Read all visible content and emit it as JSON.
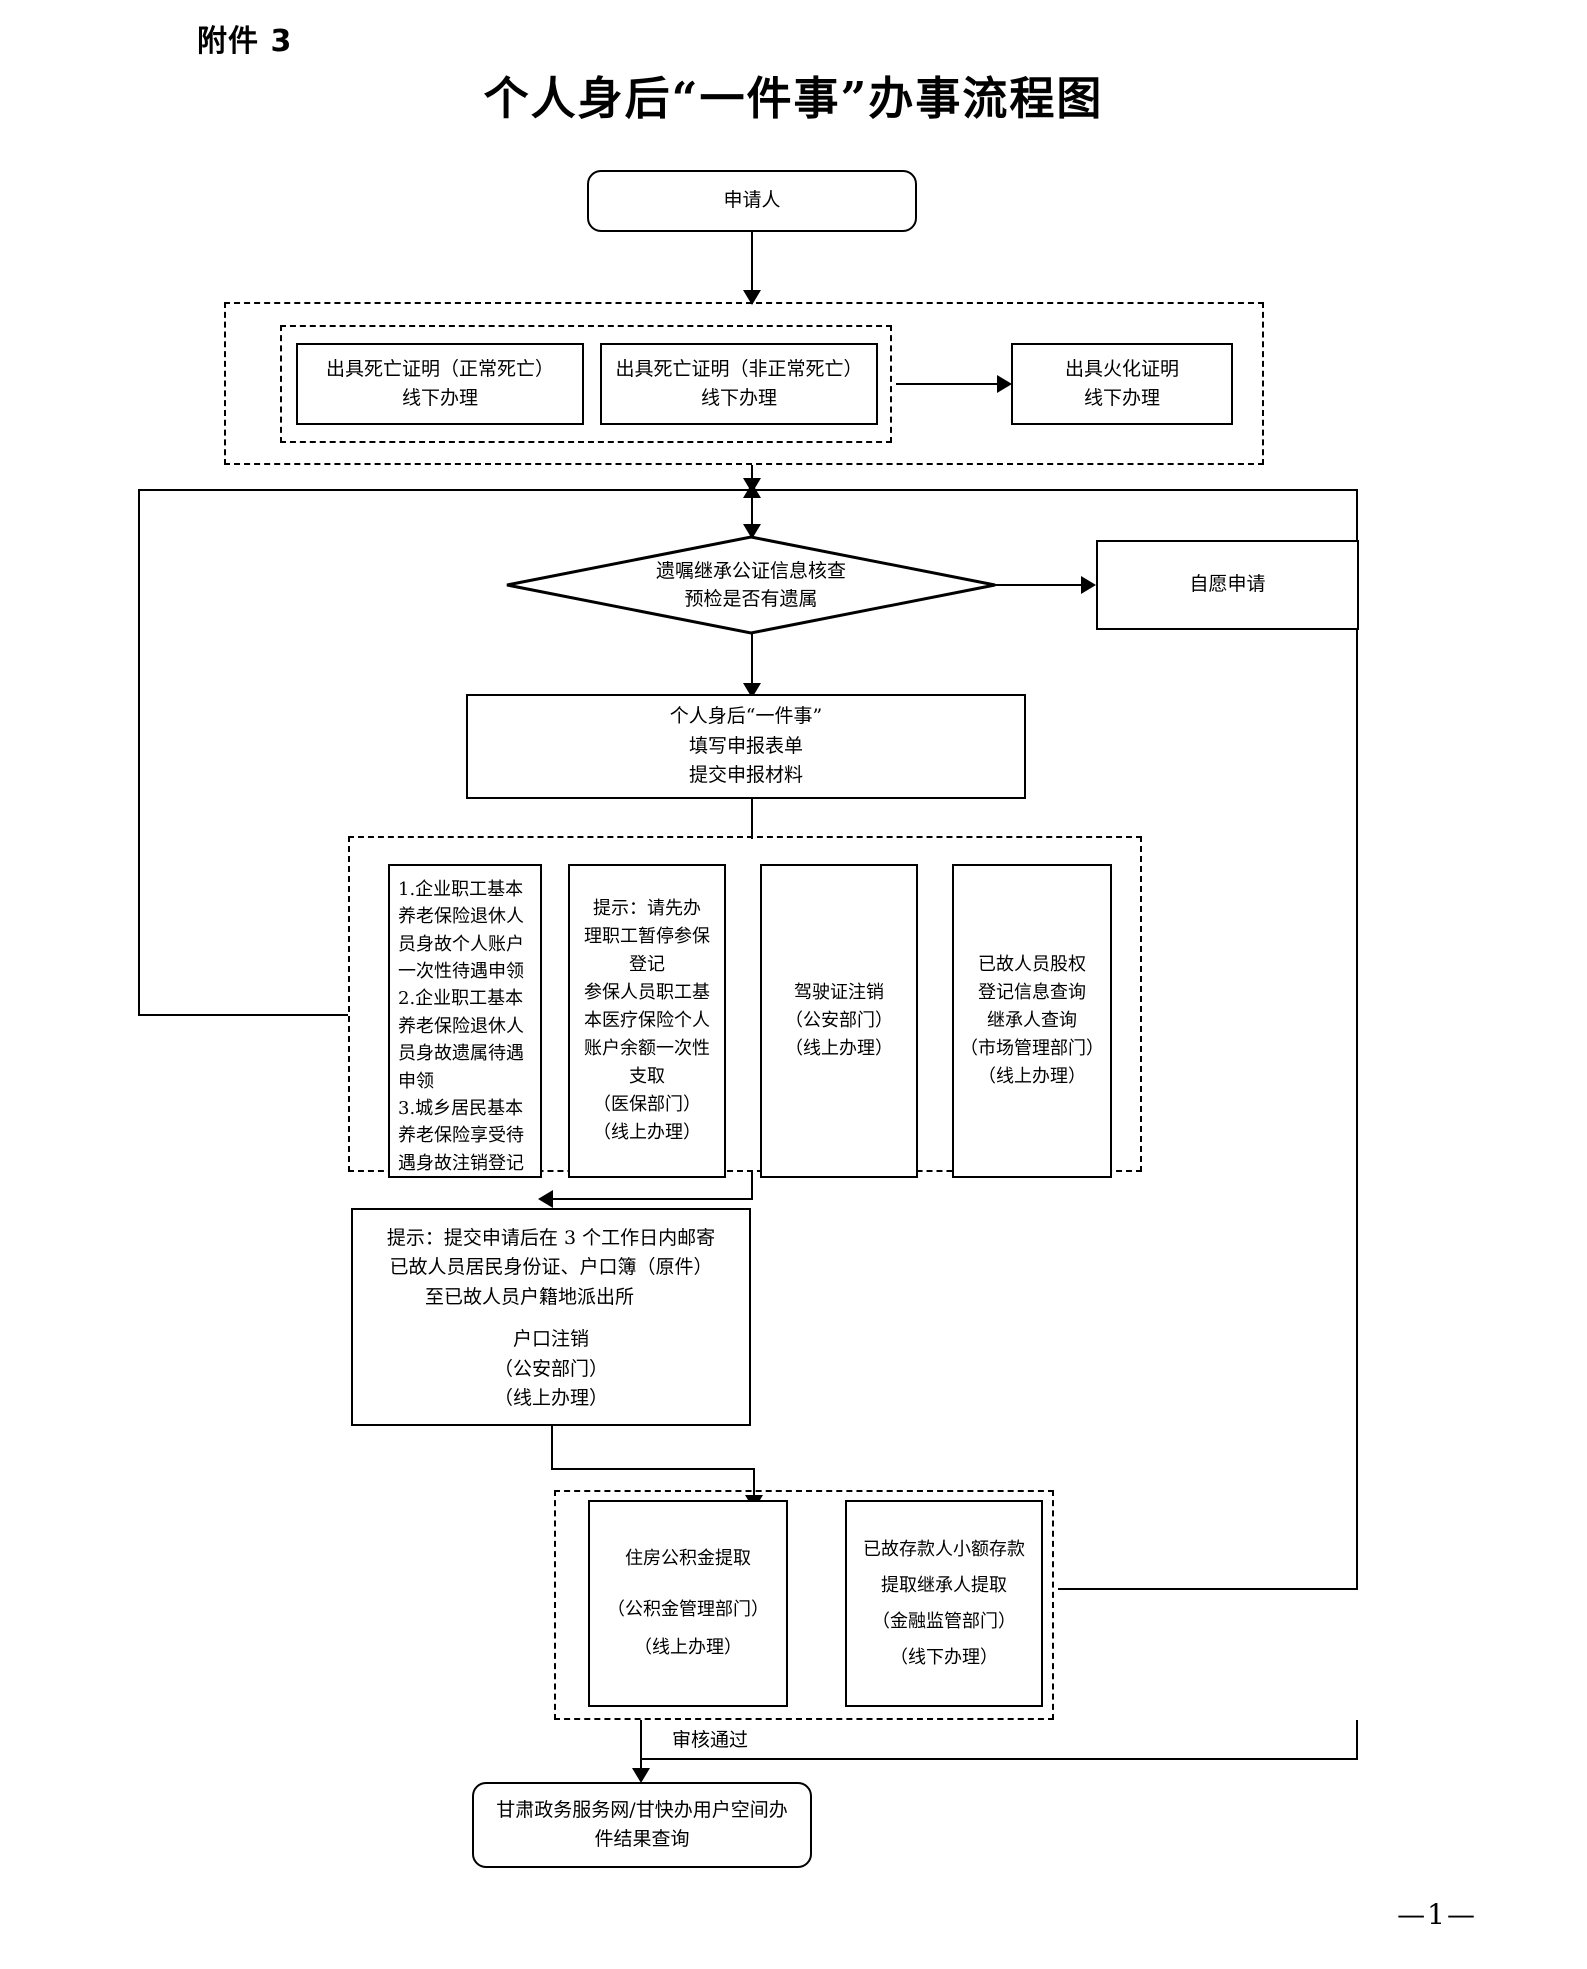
{
  "document": {
    "attachment_label": "附件 3",
    "title": "个人身后“一件事”办事流程图",
    "page_number": "—1—"
  },
  "nodes": {
    "applicant": "申请人",
    "death_cert_normal": {
      "line1": "出具死亡证明（正常死亡）",
      "line2": "线下办理"
    },
    "death_cert_abnormal": {
      "line1": "出具死亡证明（非正常死亡）",
      "line2": "线下办理"
    },
    "cremation_cert": {
      "line1": "出具火化证明",
      "line2": "线下办理"
    },
    "decision": {
      "line1": "遗嘱继承公证信息核查",
      "line2": "预检是否有遗属"
    },
    "voluntary_application": "自愿申请",
    "declaration_form": {
      "line1": "个人身后“一件事”",
      "line2": "填写申报表单",
      "line3": "提交申报材料"
    },
    "pension_items": {
      "l1": "1.企业职工基本",
      "l2": "养老保险退休人",
      "l3": "员身故个人账户",
      "l4": "一次性待遇申领",
      "l5": "2.企业职工基本",
      "l6": "养老保险退休人",
      "l7": "员身故遗属待遇",
      "l8": "申领",
      "l9": "3.城乡居民基本",
      "l10": "养老保险享受待",
      "l11": "遇身故注销登记"
    },
    "medical_insurance": {
      "l1": "提示：请先办",
      "l2": "理职工暂停参保",
      "l3": "登记",
      "l4": "参保人员职工基",
      "l5": "本医疗保险个人",
      "l6": "账户余额一次性",
      "l7": "支取",
      "l8": "（医保部门）",
      "l9": "（线上办理）"
    },
    "driver_license": {
      "l1": "驾驶证注销",
      "l2": "（公安部门）",
      "l3": "（线上办理）"
    },
    "equity_query": {
      "l1": "已故人员股权",
      "l2": "登记信息查询",
      "l3": "继承人查询",
      "l4": "（市场管理部门）",
      "l5": "（线上办理）"
    },
    "household_cancel": {
      "l1": "提示：提交申请后在 3 个工作日内邮寄",
      "l2": "已故人员居民身份证、户口簿（原件）",
      "l3": "至已故人员户籍地派出所",
      "l4": "户口注销",
      "l5": "（公安部门）",
      "l6": "（线上办理）"
    },
    "housing_fund": {
      "l1": "住房公积金提取",
      "l2": "（公积金管理部门）",
      "l3": "（线上办理）"
    },
    "small_deposit": {
      "l1": "已故存款人小额存款",
      "l2": "提取继承人提取",
      "l3": "（金融监管部门）",
      "l4": "（线下办理）"
    },
    "result_query": {
      "l1": "甘肃政务服务网/甘快办用户空间办",
      "l2": "件结果查询"
    }
  },
  "edges": {
    "approved_label": "审核通过"
  },
  "colors": {
    "stroke": "#000000",
    "background": "#ffffff"
  }
}
